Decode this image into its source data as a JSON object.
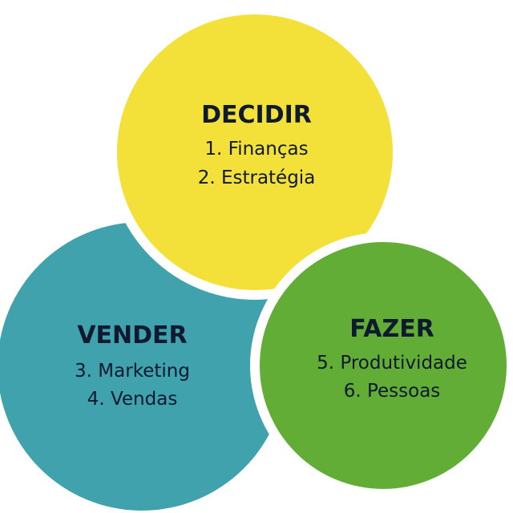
{
  "colors": {
    "decidir": "#f3e13a",
    "vender": "#3fa2ac",
    "fazer": "#62ad35",
    "separator": "#ffffff",
    "text": "#0f1930"
  },
  "circles": {
    "decidir": {
      "title": "DECIDIR",
      "items": [
        "1. Finanças",
        "2. Estratégia"
      ]
    },
    "vender": {
      "title": "VENDER",
      "items": [
        "3. Marketing",
        "4. Vendas"
      ]
    },
    "fazer": {
      "title": "FAZER",
      "items": [
        "5. Produtividade",
        "6. Pessoas"
      ]
    }
  }
}
